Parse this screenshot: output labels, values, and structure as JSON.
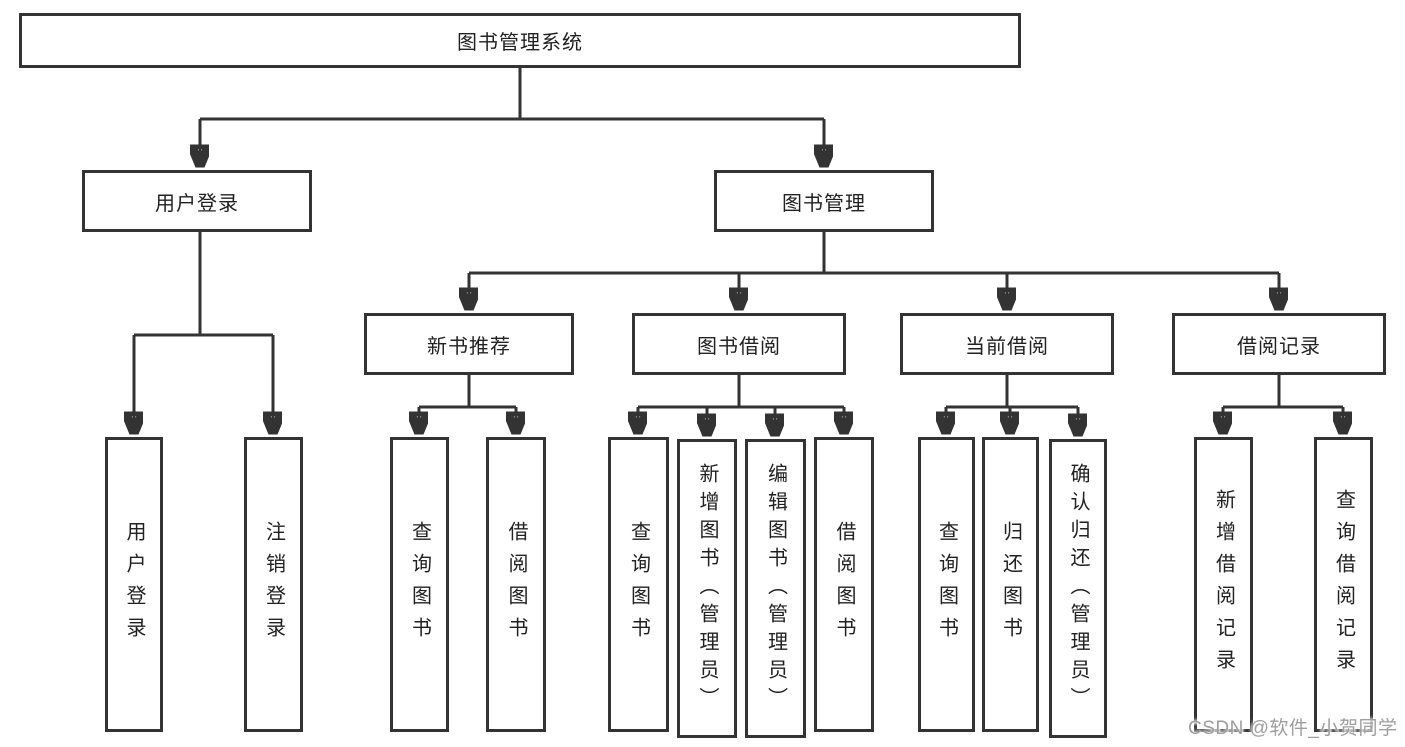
{
  "nodes": {
    "root": "图书管理系统",
    "user_login": "用户登录",
    "book_management": "图书管理",
    "new_book_rec": "新书推荐",
    "book_borrow": "图书借阅",
    "current_borrow": "当前借阅",
    "borrow_records": "借阅记录",
    "user_login_leaf": "用户登录",
    "logout_leaf": "注销登录",
    "nb_query": "查询图书",
    "nb_borrow": "借阅图书",
    "bb_query": "查询图书",
    "bb_add": "新增图书（管理员）",
    "bb_edit": "编辑图书（管理员）",
    "bb_borrow": "借阅图书",
    "cb_query": "查询图书",
    "cb_return": "归还图书",
    "cb_confirm": "确认归还（管理员）",
    "br_add": "新增借阅记录",
    "br_query": "查询借阅记录"
  },
  "edges": [
    {
      "from": "root",
      "to": "user_login"
    },
    {
      "from": "root",
      "to": "book_management"
    },
    {
      "from": "user_login",
      "to": "user_login_leaf"
    },
    {
      "from": "user_login",
      "to": "logout_leaf"
    },
    {
      "from": "book_management",
      "to": "new_book_rec"
    },
    {
      "from": "book_management",
      "to": "book_borrow"
    },
    {
      "from": "book_management",
      "to": "current_borrow"
    },
    {
      "from": "book_management",
      "to": "borrow_records"
    },
    {
      "from": "new_book_rec",
      "to": "nb_query"
    },
    {
      "from": "new_book_rec",
      "to": "nb_borrow"
    },
    {
      "from": "book_borrow",
      "to": "bb_query"
    },
    {
      "from": "book_borrow",
      "to": "bb_add"
    },
    {
      "from": "book_borrow",
      "to": "bb_edit"
    },
    {
      "from": "book_borrow",
      "to": "bb_borrow"
    },
    {
      "from": "current_borrow",
      "to": "cb_query"
    },
    {
      "from": "current_borrow",
      "to": "cb_return"
    },
    {
      "from": "current_borrow",
      "to": "cb_confirm"
    },
    {
      "from": "borrow_records",
      "to": "br_add"
    },
    {
      "from": "borrow_records",
      "to": "br_query"
    }
  ],
  "watermark": "CSDN @软件_小贺同学",
  "colors": {
    "line": "#333333",
    "text": "#212121",
    "watermark_gray": "#9e9e9e",
    "background": "#ffffff"
  }
}
